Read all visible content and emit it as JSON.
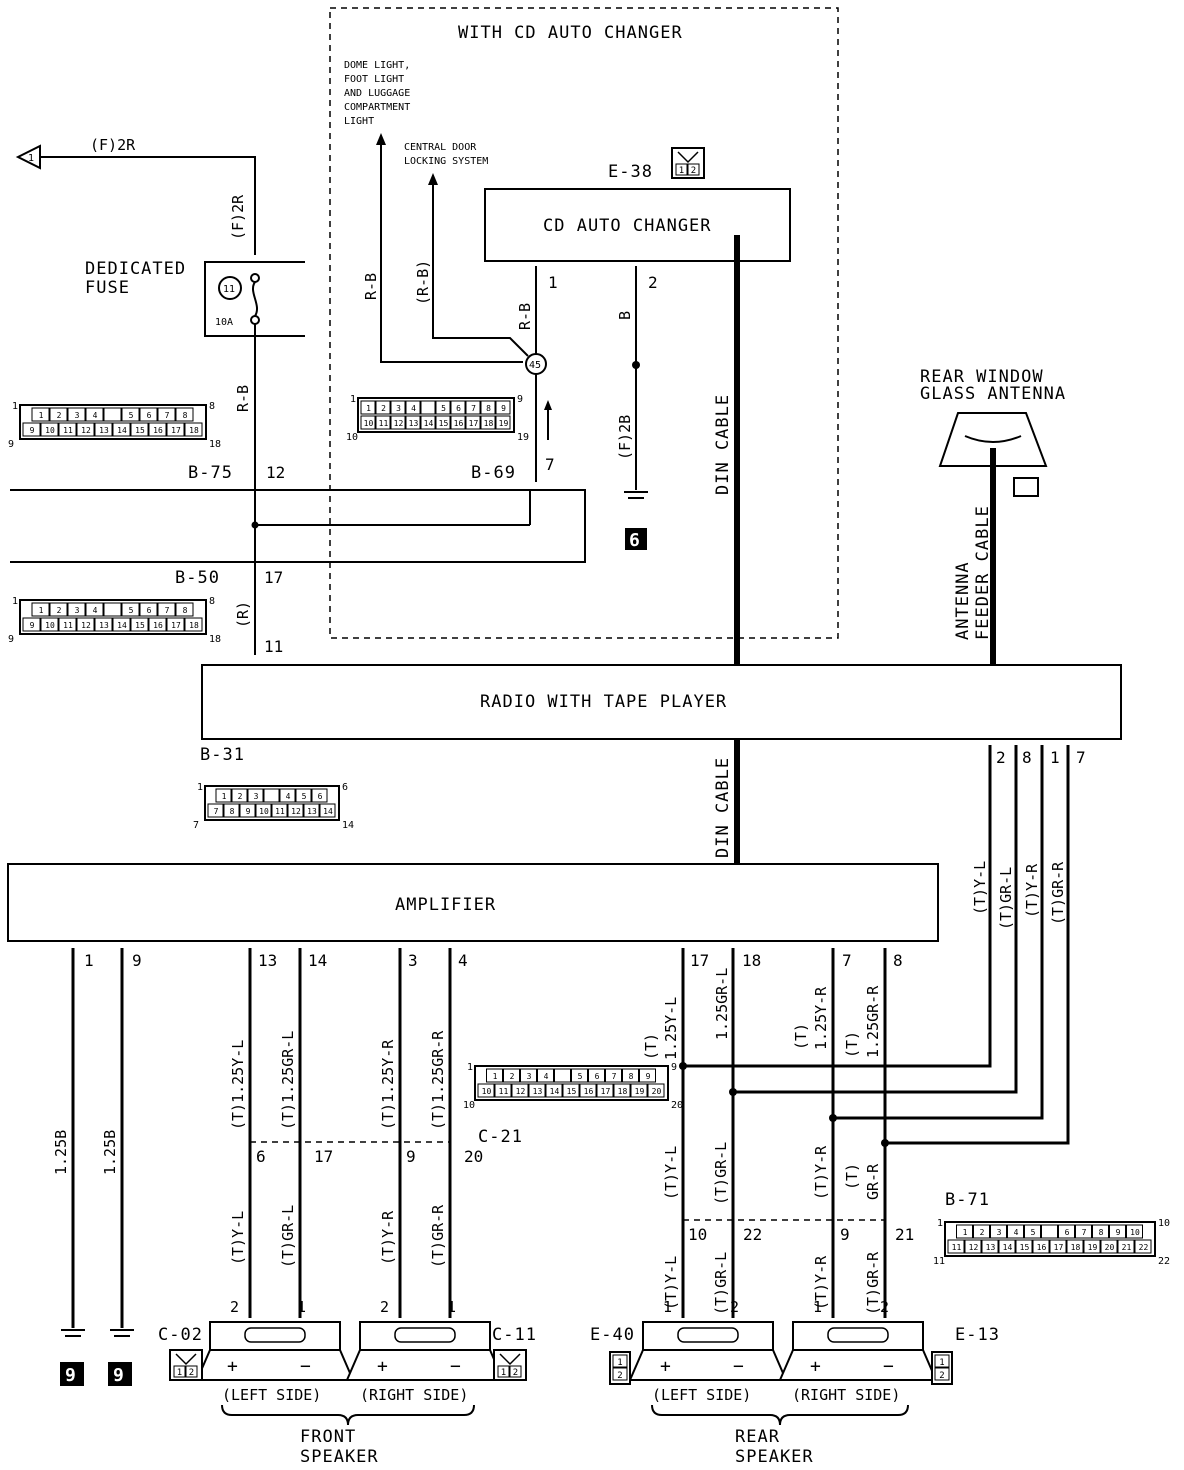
{
  "cd_section_title": "WITH CD AUTO CHANGER",
  "components": {
    "cd_changer": "CD AUTO CHANGER",
    "radio": "RADIO WITH TAPE PLAYER",
    "amplifier": "AMPLIFIER",
    "fuse_label_1": "DEDICATED",
    "fuse_label_2": "FUSE",
    "fuse_number": "11",
    "fuse_rating": "10A",
    "antenna_1": "REAR WINDOW",
    "antenna_2": "GLASS ANTENNA",
    "front_speaker_1": "FRONT",
    "front_speaker_2": "SPEAKER",
    "rear_speaker_1": "REAR",
    "rear_speaker_2": "SPEAKER",
    "left_side": "(LEFT SIDE)",
    "right_side": "(RIGHT SIDE)"
  },
  "destinations": {
    "dome_1": "DOME LIGHT,",
    "dome_2": "FOOT LIGHT",
    "dome_3": "AND LUGGAGE",
    "dome_4": "COMPARTMENT",
    "dome_5": "LIGHT",
    "central_1": "CENTRAL DOOR",
    "central_2": "LOCKING SYSTEM",
    "arrow_ref": "1"
  },
  "connectors": {
    "e38": "E-38",
    "b75": "B-75",
    "b69": "B-69",
    "b50": "B-50",
    "b31": "B-31",
    "c21": "C-21",
    "c02": "C-02",
    "c11": "C-11",
    "e40": "E-40",
    "e13": "E-13",
    "b71": "B-71",
    "junction": "45"
  },
  "grounds": {
    "g6": "6",
    "g9a": "9",
    "g9b": "9"
  },
  "wires": {
    "f2r_top": "(F)2R",
    "f2r_vert": "(F)2R",
    "rb_fuse": "R-B",
    "rb_left": "R-B",
    "rb_paren": "(R-B)",
    "rb_cd": "R-B",
    "b_cd": "B",
    "f2b": "(F)2B",
    "r_b50": "(R)",
    "din_1": "DIN CABLE",
    "din_2": "DIN CABLE",
    "antenna_cable_1": "ANTENNA",
    "antenna_cable_2": "FEEDER CABLE",
    "amp_gnd_1": "1.25B",
    "amp_gnd_2": "1.25B",
    "front_l_y": "(T)1.25Y-L",
    "front_l_gr": "(T)1.25GR-L",
    "front_r_y": "(T)1.25Y-R",
    "front_r_gr": "(T)1.25GR-R",
    "front_l_y_low": "(T)Y-L",
    "front_l_gr_low": "(T)GR-L",
    "front_r_y_low": "(T)Y-R",
    "front_r_gr_low": "(T)GR-R",
    "rear_l_y_t": "(T)",
    "rear_l_y": "1.25Y-L",
    "rear_l_gr": "1.25GR-L",
    "rear_r_y_t": "(T)",
    "rear_r_y": "1.25Y-R",
    "rear_r_gr_t": "(T)",
    "rear_r_gr": "1.25GR-R",
    "rear_l_y_mid": "(T)Y-L",
    "rear_l_gr_mid": "(T)GR-L",
    "rear_r_y_mid": "(T)Y-R",
    "rear_r_gr_mid_t": "(T)",
    "rear_r_gr_mid": "GR-R",
    "rear_l_y_low": "(T)Y-L",
    "rear_l_gr_low": "(T)GR-L",
    "rear_r_y_low": "(T)Y-R",
    "rear_r_gr_low": "(T)GR-R",
    "radio_yl": "(T)Y-L",
    "radio_grl": "(T)GR-L",
    "radio_yr": "(T)Y-R",
    "radio_grr": "(T)GR-R"
  },
  "pins": {
    "p_b75": "12",
    "p_b69": "7",
    "p_b50": "17",
    "p_b31": "11",
    "p_cd1": "1",
    "p_cd2": "2",
    "p_r2": "2",
    "p_r8": "8",
    "p_r1": "1",
    "p_r7": "7",
    "p_a1": "1",
    "p_a9": "9",
    "p_a13": "13",
    "p_a14": "14",
    "p_a3": "3",
    "p_a4": "4",
    "p_a17": "17",
    "p_a18": "18",
    "p_a7": "7",
    "p_a8": "8",
    "p_c6": "6",
    "p_c17": "17",
    "p_c9": "9",
    "p_c20": "20",
    "p_d10": "10",
    "p_d22": "22",
    "p_d9": "9",
    "p_d21": "21",
    "sp_fl_2": "2",
    "sp_fl_1": "1",
    "sp_fr_2": "2",
    "sp_fr_1": "1",
    "sp_rl_1": "1",
    "sp_rl_2": "2",
    "sp_rr_1": "1",
    "sp_rr_2": "2",
    "plus": "+",
    "minus": "−"
  },
  "connector_faces": {
    "b75_row1": [
      "1",
      "2",
      "3",
      "4",
      "",
      "5",
      "6",
      "7",
      "8"
    ],
    "b75_row2": [
      "9",
      "10",
      "11",
      "12",
      "13",
      "14",
      "15",
      "16",
      "17",
      "18"
    ],
    "b75_ends": [
      "1",
      "8",
      "9",
      "18"
    ],
    "b50_row1": [
      "1",
      "2",
      "3",
      "4",
      "",
      "5",
      "6",
      "7",
      "8"
    ],
    "b50_row2": [
      "9",
      "10",
      "11",
      "12",
      "13",
      "14",
      "15",
      "16",
      "17",
      "18"
    ],
    "b50_ends": [
      "1",
      "8",
      "9",
      "18"
    ],
    "b69_row1": [
      "1",
      "2",
      "3",
      "4",
      "",
      "5",
      "6",
      "7",
      "8",
      "9"
    ],
    "b69_row2": [
      "10",
      "11",
      "12",
      "13",
      "14",
      "15",
      "16",
      "17",
      "18",
      "19"
    ],
    "b69_ends": [
      "1",
      "9",
      "10",
      "19"
    ],
    "b31_row1": [
      "1",
      "2",
      "3",
      "",
      "4",
      "5",
      "6"
    ],
    "b31_row2": [
      "7",
      "8",
      "9",
      "10",
      "11",
      "12",
      "13",
      "14"
    ],
    "b31_ends": [
      "1",
      "6",
      "7",
      "14"
    ],
    "c21_row1": [
      "1",
      "2",
      "3",
      "4",
      "",
      "5",
      "6",
      "7",
      "8",
      "9"
    ],
    "c21_row2": [
      "10",
      "11",
      "12",
      "13",
      "14",
      "15",
      "16",
      "17",
      "18",
      "19",
      "20"
    ],
    "c21_ends": [
      "1",
      "9",
      "10",
      "20"
    ],
    "b71_row1": [
      "1",
      "2",
      "3",
      "4",
      "5",
      "",
      "6",
      "7",
      "8",
      "9",
      "10"
    ],
    "b71_row2": [
      "11",
      "12",
      "13",
      "14",
      "15",
      "16",
      "17",
      "18",
      "19",
      "20",
      "21",
      "22"
    ],
    "b71_ends": [
      "1",
      "10",
      "11",
      "22"
    ],
    "two_pin": [
      "1",
      "2"
    ]
  }
}
